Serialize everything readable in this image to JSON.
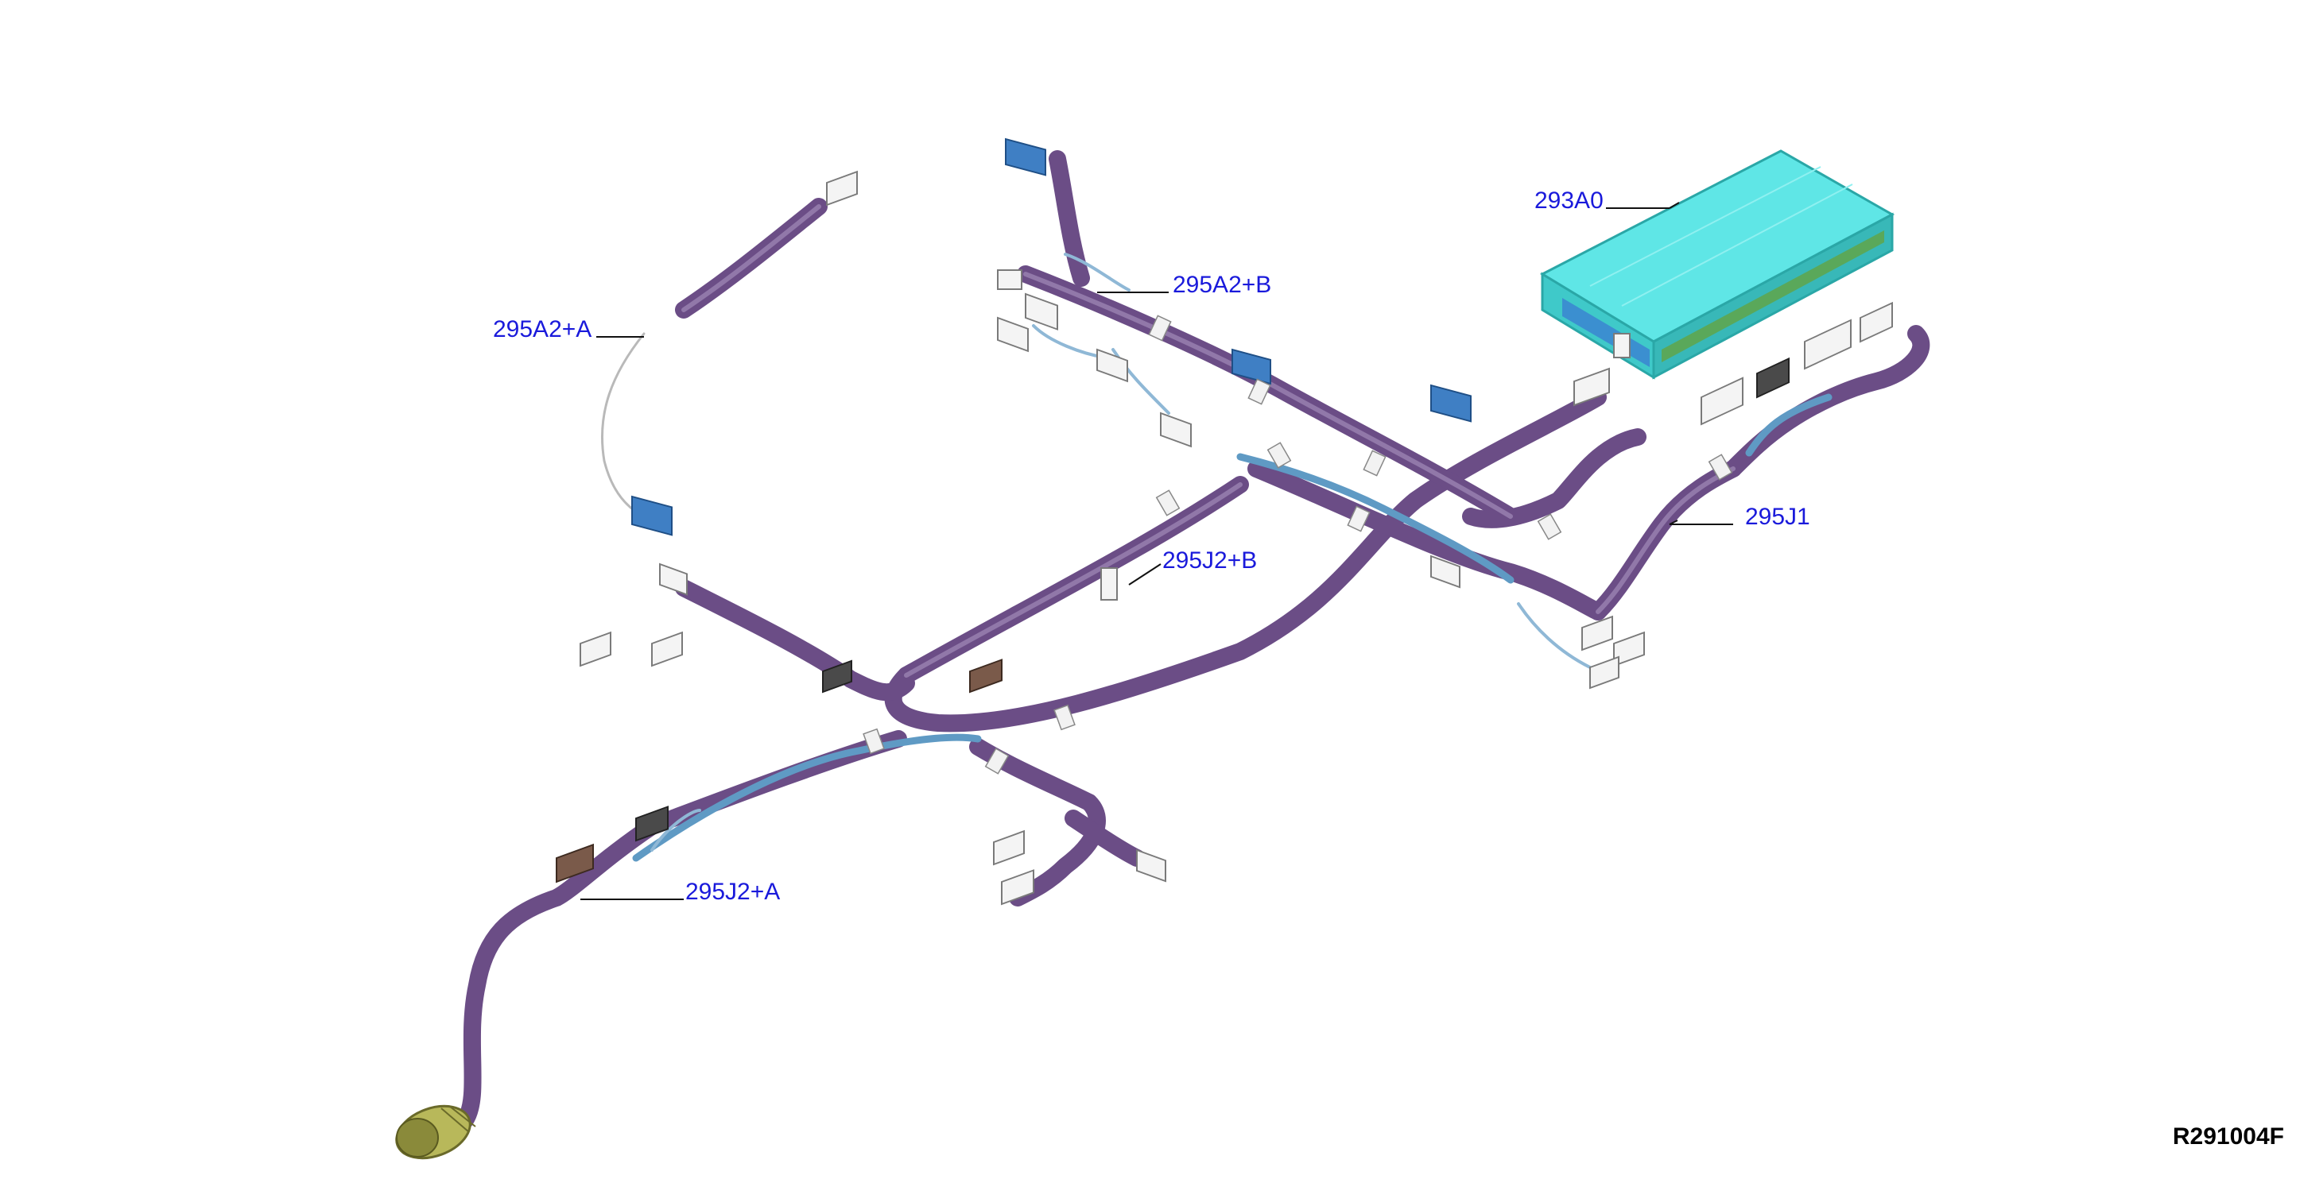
{
  "labels": {
    "l293A0": "293A0",
    "l295A2A": "295A2+A",
    "l295A2B": "295A2+B",
    "l295J2B": "295J2+B",
    "l295J1": "295J1",
    "l295J2A": "295J2+A"
  },
  "figure_id": "R291004F",
  "colors": {
    "harness": "#6b4d86",
    "callout_text": "#1a1adb",
    "module": "#4fe0e0",
    "connector_blue": "#3f7fc4",
    "grommet": "#a8a84a"
  }
}
